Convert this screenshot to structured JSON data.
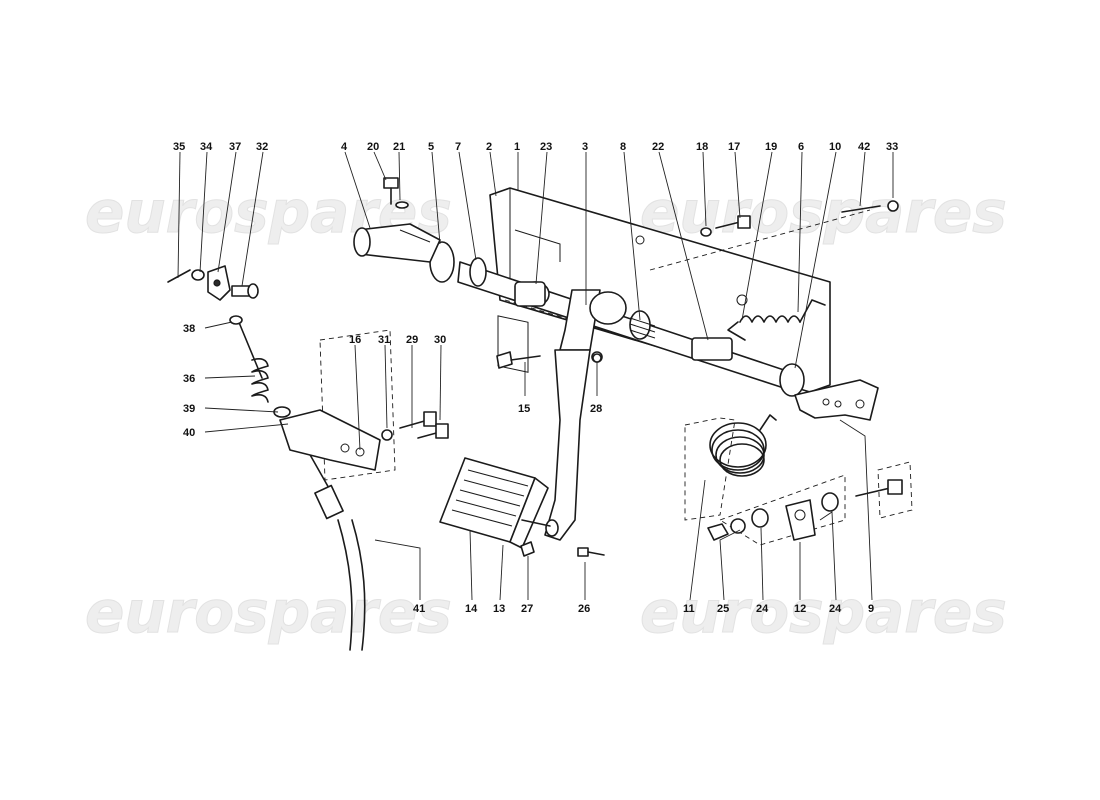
{
  "watermark": {
    "text": "eurospares",
    "color": "#ececec"
  },
  "callouts": [
    {
      "id": "c35",
      "label": "35"
    },
    {
      "id": "c34",
      "label": "34"
    },
    {
      "id": "c37",
      "label": "37"
    },
    {
      "id": "c32",
      "label": "32"
    },
    {
      "id": "c4",
      "label": "4"
    },
    {
      "id": "c20",
      "label": "20"
    },
    {
      "id": "c21",
      "label": "21"
    },
    {
      "id": "c5",
      "label": "5"
    },
    {
      "id": "c7",
      "label": "7"
    },
    {
      "id": "c2",
      "label": "2"
    },
    {
      "id": "c1",
      "label": "1"
    },
    {
      "id": "c23",
      "label": "23"
    },
    {
      "id": "c3",
      "label": "3"
    },
    {
      "id": "c8",
      "label": "8"
    },
    {
      "id": "c22",
      "label": "22"
    },
    {
      "id": "c18",
      "label": "18"
    },
    {
      "id": "c17",
      "label": "17"
    },
    {
      "id": "c19",
      "label": "19"
    },
    {
      "id": "c6",
      "label": "6"
    },
    {
      "id": "c10",
      "label": "10"
    },
    {
      "id": "c42",
      "label": "42"
    },
    {
      "id": "c33",
      "label": "33"
    },
    {
      "id": "c38",
      "label": "38"
    },
    {
      "id": "c16",
      "label": "16"
    },
    {
      "id": "c31",
      "label": "31"
    },
    {
      "id": "c29",
      "label": "29"
    },
    {
      "id": "c30",
      "label": "30"
    },
    {
      "id": "c36",
      "label": "36"
    },
    {
      "id": "c39",
      "label": "39"
    },
    {
      "id": "c40",
      "label": "40"
    },
    {
      "id": "c15",
      "label": "15"
    },
    {
      "id": "c28",
      "label": "28"
    },
    {
      "id": "c41",
      "label": "41"
    },
    {
      "id": "c14",
      "label": "14"
    },
    {
      "id": "c13",
      "label": "13"
    },
    {
      "id": "c27",
      "label": "27"
    },
    {
      "id": "c26",
      "label": "26"
    },
    {
      "id": "c11",
      "label": "11"
    },
    {
      "id": "c25",
      "label": "25"
    },
    {
      "id": "c24a",
      "label": "24"
    },
    {
      "id": "c12",
      "label": "12"
    },
    {
      "id": "c24b",
      "label": "24"
    },
    {
      "id": "c9",
      "label": "9"
    }
  ]
}
